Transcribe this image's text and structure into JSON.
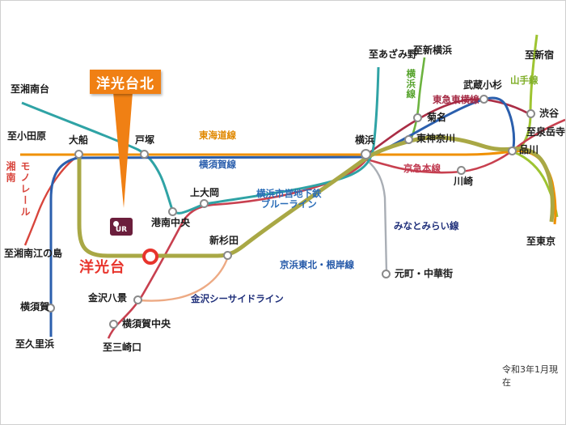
{
  "map": {
    "callout": {
      "label": "洋光台北",
      "color": "#f08014"
    },
    "highlight": {
      "name": "洋光台",
      "color": "#e8342c"
    },
    "ur_badge": {
      "text": "UR",
      "color": "#6b1e3c"
    },
    "note": "令和3年1月現在",
    "stations": [
      {
        "name": "大船"
      },
      {
        "name": "戸塚"
      },
      {
        "name": "横浜"
      },
      {
        "name": "東神奈川"
      },
      {
        "name": "菊名"
      },
      {
        "name": "武蔵小杉"
      },
      {
        "name": "渋谷"
      },
      {
        "name": "品川"
      },
      {
        "name": "川崎"
      },
      {
        "name": "上大岡"
      },
      {
        "name": "港南中央"
      },
      {
        "name": "新杉田"
      },
      {
        "name": "元町・中華街"
      },
      {
        "name": "金沢八景"
      },
      {
        "name": "横須賀中央"
      },
      {
        "name": "横須賀"
      }
    ],
    "lines": [
      {
        "id": "tokaido",
        "name": "東海道線",
        "color": "#f09000",
        "label_color": "#e08800"
      },
      {
        "id": "yokosuka",
        "name": "横須賀線",
        "color": "#2b5fad",
        "label_color": "#2b5fad"
      },
      {
        "id": "keihin-tohoku-negishi",
        "name": "京浜東北・根岸線",
        "color": "#a9a845",
        "label_color": "#2257a8"
      },
      {
        "id": "blue-line",
        "name": "横浜市営地下鉄ブルーライン",
        "label_lines": [
          "横浜市営地下鉄",
          "ブルーライン"
        ],
        "color": "#2fa3a5",
        "label_color": "#2a6db8"
      },
      {
        "id": "keikyu",
        "name": "京急本線",
        "color": "#c8404f",
        "label_color": "#c03a50"
      },
      {
        "id": "toyoko",
        "name": "東急東横線",
        "color": "#aa2d45",
        "label_color": "#a52a44"
      },
      {
        "id": "yokohama-line",
        "name": "横浜線",
        "color": "#6cb33f",
        "label_color": "#56a32c"
      },
      {
        "id": "yamanote",
        "name": "山手線",
        "color": "#9ec431",
        "label_color": "#7fae28"
      },
      {
        "id": "minatomirai",
        "name": "みなとみらい線",
        "color": "#a9aeb5",
        "label_color": "#1f2f7a"
      },
      {
        "id": "seaside",
        "name": "金沢シーサイドライン",
        "color": "#edaa84",
        "label_color": "#1f2f7a"
      },
      {
        "id": "monorail",
        "name": "湘南モノレール",
        "label_lines": [
          "湘南",
          "モノレール"
        ],
        "color": "#d8453c",
        "label_color": "#d8453c"
      }
    ],
    "endpoints": [
      {
        "name": "至湘南台"
      },
      {
        "name": "至小田原"
      },
      {
        "name": "至湘南江の島"
      },
      {
        "name": "至久里浜"
      },
      {
        "name": "至三崎口"
      },
      {
        "name": "至あざみ野"
      },
      {
        "name": "至新横浜"
      },
      {
        "name": "至新宿"
      },
      {
        "name": "至泉岳寺"
      },
      {
        "name": "至東京"
      }
    ]
  }
}
